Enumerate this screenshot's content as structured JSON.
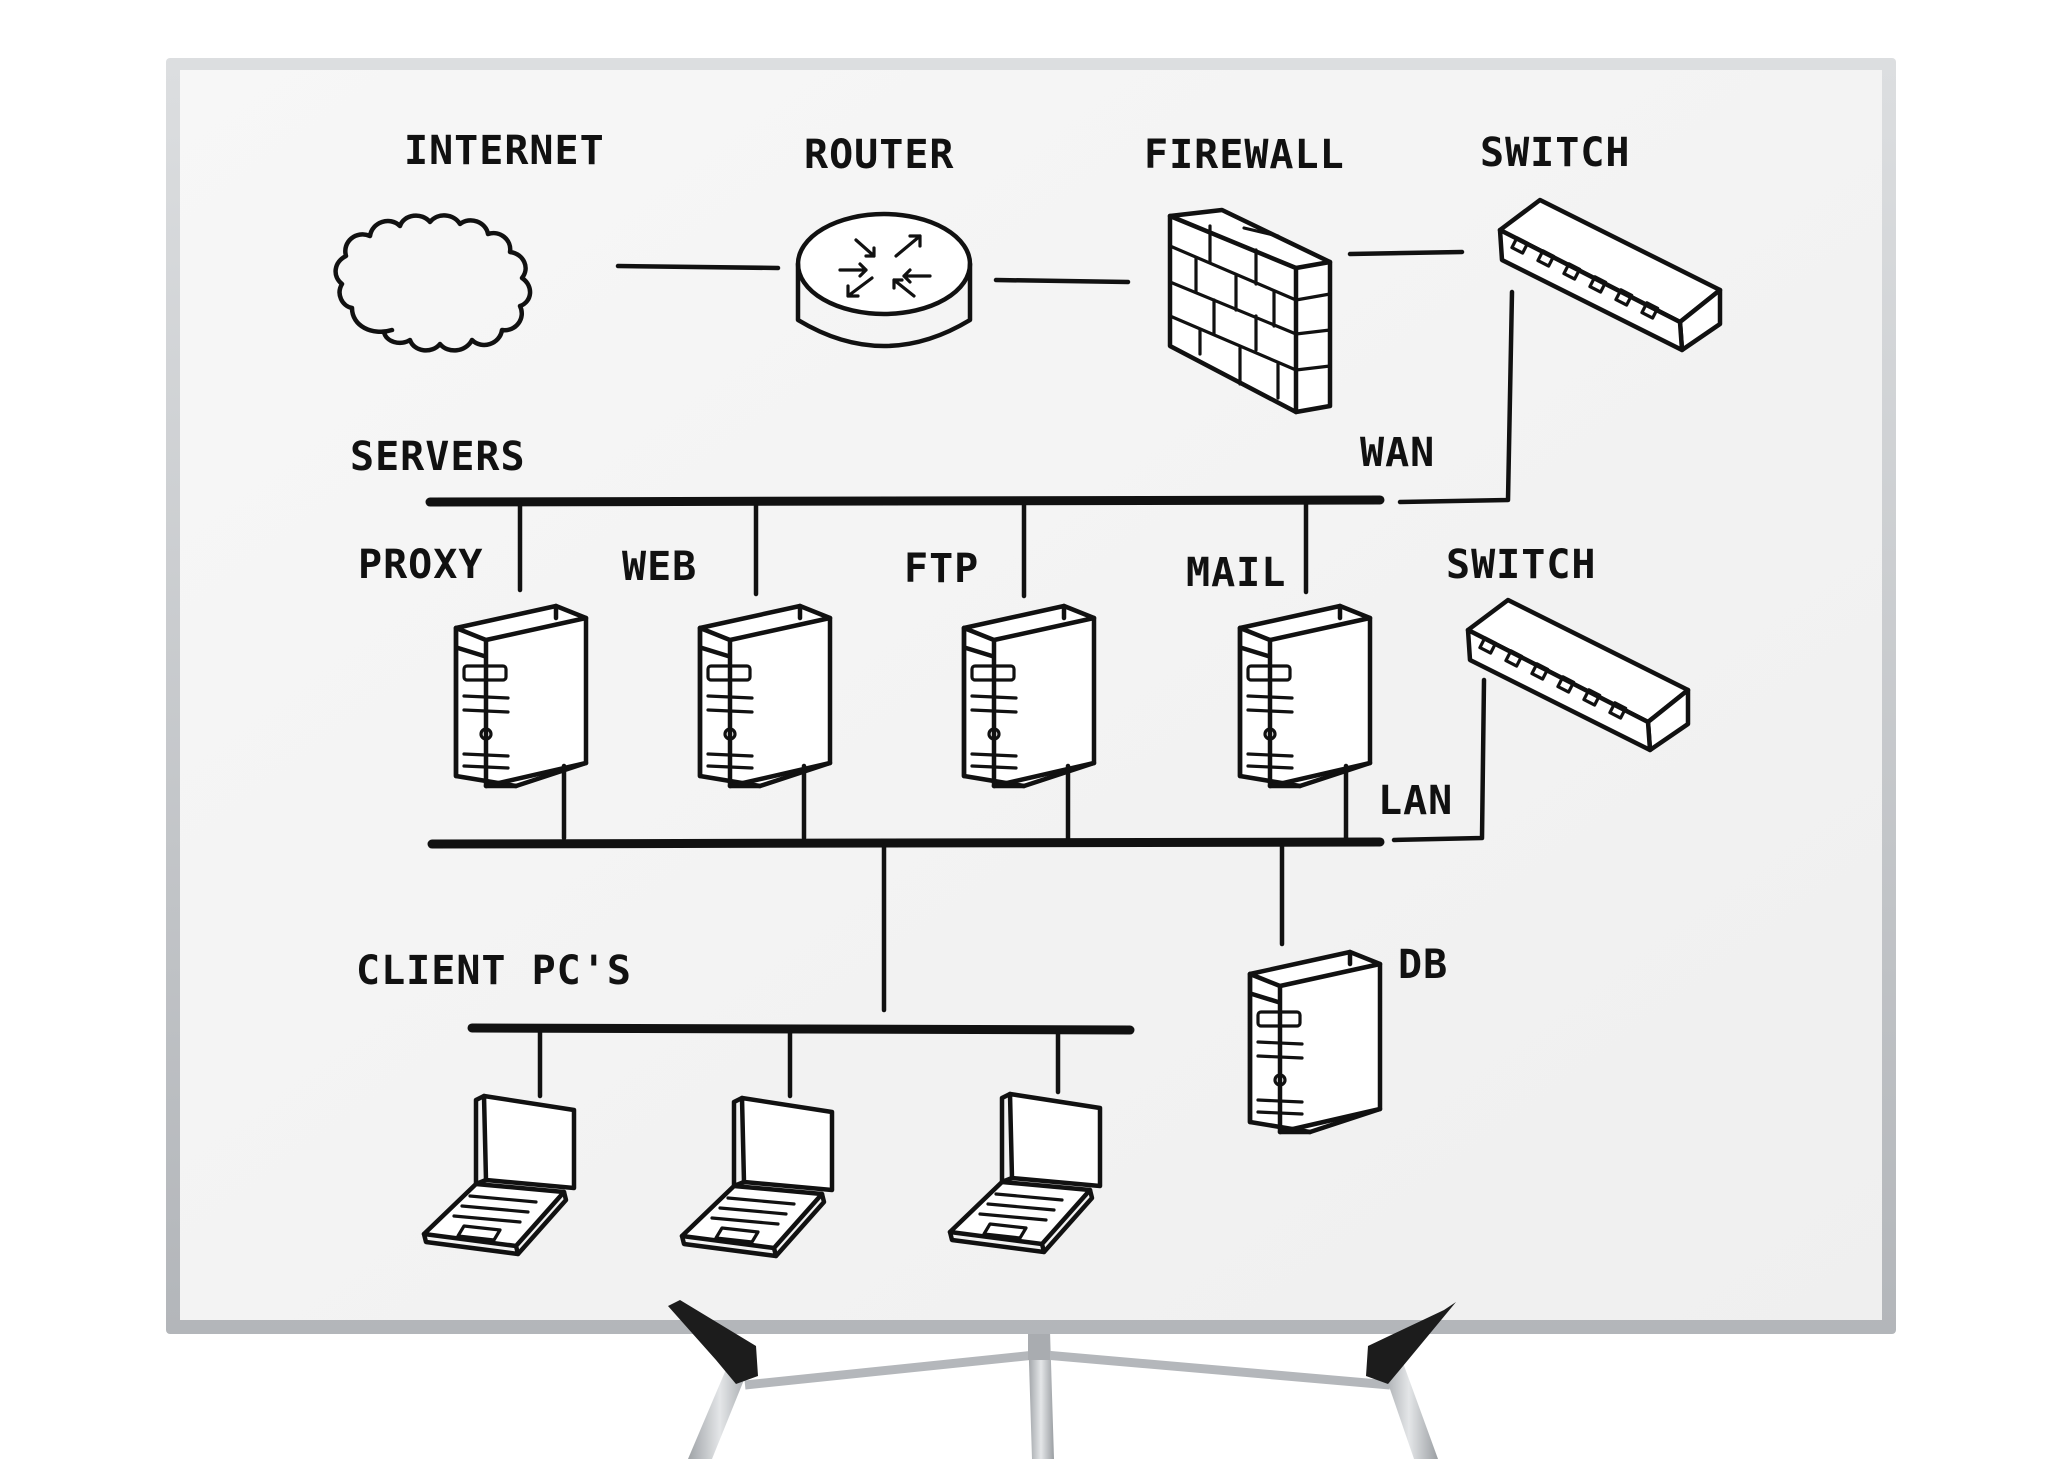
{
  "colors": {
    "board": "#f4f4f4",
    "frame": "#c7c9cc",
    "ink": "#111111",
    "stand": "#b9bcc0",
    "clip": "#1c1c1c"
  },
  "labels": {
    "internet": "INTERNET",
    "router": "ROUTER",
    "firewall": "FIREWALL",
    "switch_wan": "SWITCH",
    "servers": "SERVERS",
    "wan": "WAN",
    "proxy": "PROXY",
    "web": "WEB",
    "ftp": "FTP",
    "mail": "MAIL",
    "switch_lan": "SWITCH",
    "lan": "LAN",
    "db": "DB",
    "clients": "CLIENT PC'S"
  },
  "icons": {
    "internet": "cloud-icon",
    "router": "router-icon",
    "firewall": "firewall-brick-icon",
    "switch": "network-switch-icon",
    "server": "server-tower-icon",
    "laptop": "laptop-icon"
  }
}
